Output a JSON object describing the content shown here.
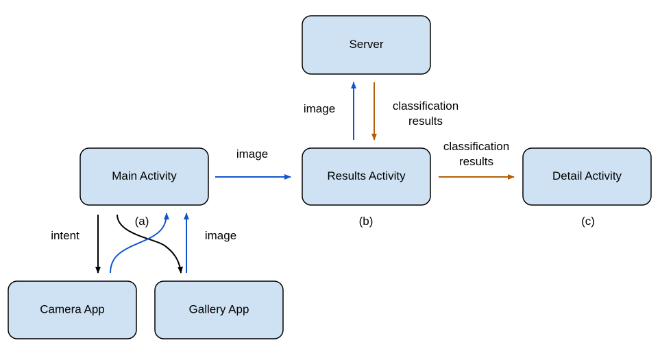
{
  "colors": {
    "node_fill": "#cfe2f3",
    "node_stroke": "#000000",
    "black_arrow": "#000000",
    "blue_arrow": "#1155cc",
    "orange_arrow": "#b45f06"
  },
  "nodes": {
    "server": "Server",
    "main_activity": "Main Activity",
    "results_activity": "Results Activity",
    "detail_activity": "Detail Activity",
    "camera_app": "Camera App",
    "gallery_app": "Gallery App"
  },
  "edges": {
    "main_to_results": "image",
    "results_to_server": "image",
    "server_to_results_line1": "classification",
    "server_to_results_line2": "results",
    "results_to_detail_line1": "classification",
    "results_to_detail_line2": "results",
    "main_intent": "intent",
    "gallery_to_main": "image"
  },
  "section_labels": {
    "a": "(a)",
    "b": "(b)",
    "c": "(c)"
  }
}
